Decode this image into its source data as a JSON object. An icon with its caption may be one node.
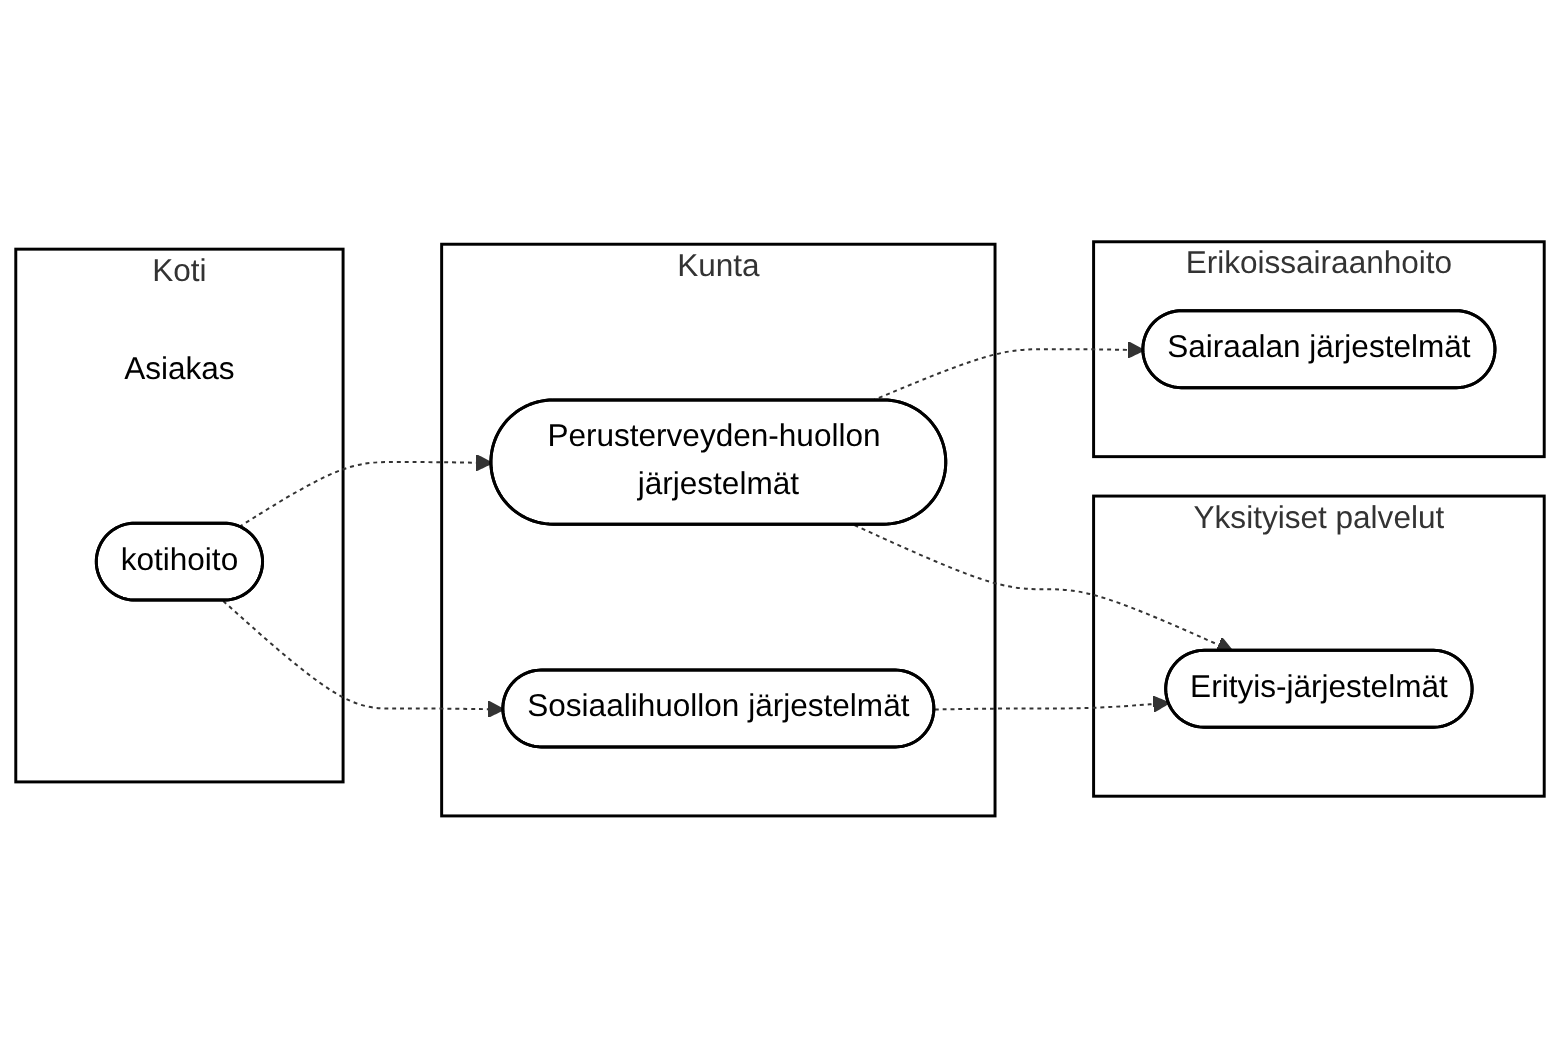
{
  "diagram": {
    "nodes": [
      {
        "text": [
          "Koti"
        ]
      },
      {
        "text": [
          "Asiakas"
        ],
        "in": 0
      },
      {
        "text": [
          "kotihoito"
        ],
        "in": 0
      },
      {
        "text": [
          "Kunta"
        ]
      },
      {
        "text": [
          "Perusterveyden-huollon järjestelmät"
        ],
        "in": 3
      },
      {
        "text": [
          "Sosiaalihuollon järjestelmät"
        ],
        "in": 3
      },
      {
        "text": [
          "Erikoissairaanhoito"
        ]
      },
      {
        "text": [
          "Sairaalan järjestelmät"
        ],
        "in": 6
      },
      {
        "text": [
          "Yksityiset palvelut"
        ]
      },
      {
        "text": [
          "Erityis-järjestelmät"
        ],
        "in": 8
      }
    ],
    "edges": [
      {
        "from": 2,
        "to": 4,
        "arrow": "to",
        "style": "dashed"
      },
      {
        "from": 2,
        "to": 5,
        "arrow": "to",
        "style": "dashed"
      },
      {
        "from": 4,
        "to": 7,
        "arrow": "to",
        "style": "dashed"
      },
      {
        "from": 4,
        "to": 9,
        "arrow": "to",
        "style": "dashed"
      },
      {
        "from": 5,
        "to": 9,
        "arrow": "to",
        "style": "dashed"
      }
    ]
  }
}
